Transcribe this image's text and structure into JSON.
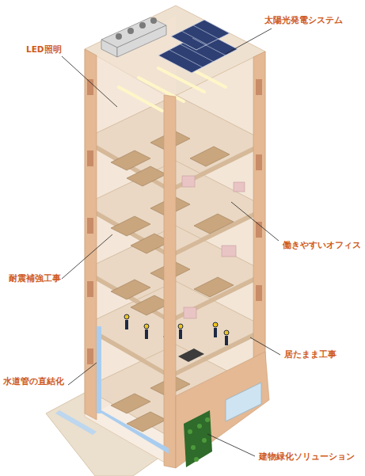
{
  "diagram": {
    "labels": [
      "太陽光発電システム",
      "LED照明",
      "働きやすいオフィス",
      "耐震補強工事",
      "居たまま工事",
      "水道管の直結化",
      "建物緑化ソリューション"
    ]
  }
}
